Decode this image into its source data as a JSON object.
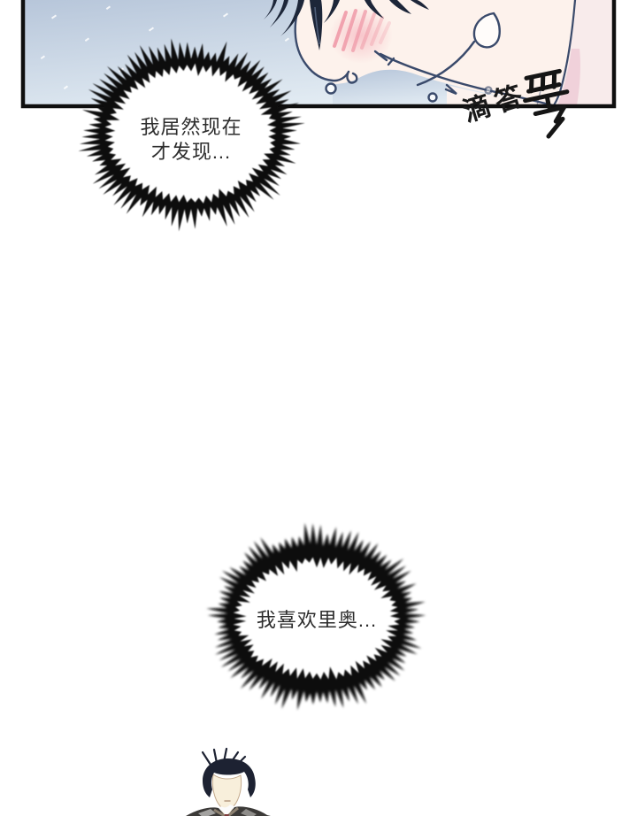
{
  "page": {
    "bg": "#ffffff"
  },
  "panel": {
    "sfx_drip": "滴答",
    "sfx_ttuk": "뚝"
  },
  "bubbles": [
    {
      "lines": [
        "我居然现在",
        "才发现..."
      ]
    },
    {
      "lines": [
        "我喜欢里奥..."
      ]
    }
  ],
  "colors": {
    "bg": "#ffffff",
    "ink": "#191919",
    "sky_top": "#b7c6da",
    "sky_bottom": "#e4edf4",
    "skin": "#fdf2ec",
    "skin_light": "#fcf2ee",
    "blush": "#ef9aa8",
    "line_blue": "#3a4a6b",
    "hair_navy": "#1d2639",
    "shoulder_pink": "#f8ebeb",
    "shoulder_rose": "#eeccd7",
    "figure_hair": "#1d2232",
    "figure_skin": "#f8efdb",
    "jacket": "#3c3a38",
    "burst_black": "#0a0a0a",
    "burst_text": "#2d2d2d"
  }
}
